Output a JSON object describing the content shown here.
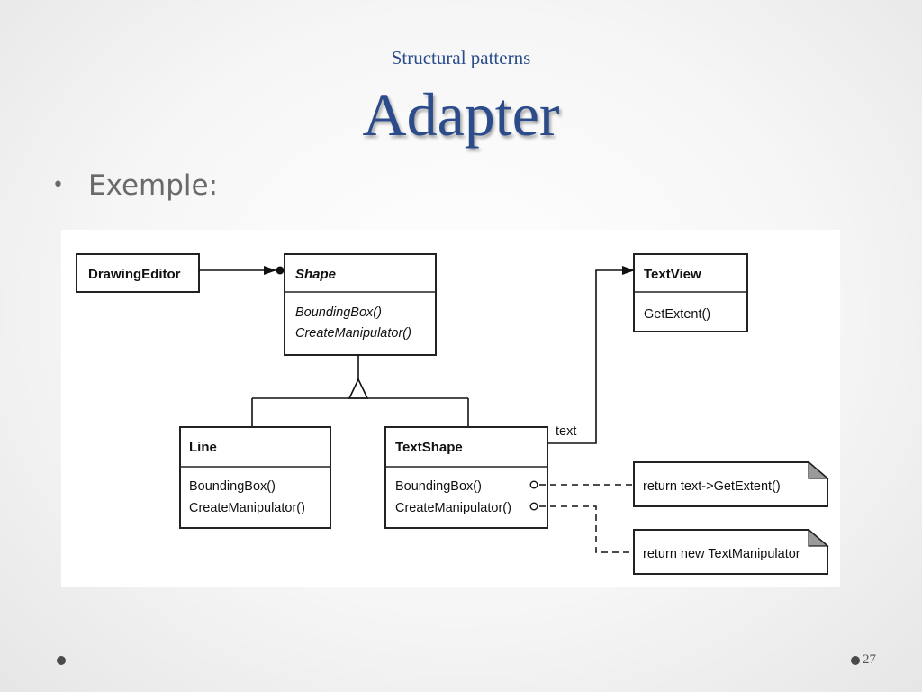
{
  "slide": {
    "subtitle": "Structural patterns",
    "title": "Adapter",
    "bullet": "Exemple:",
    "bullet_symbol": "•",
    "page_number": "27",
    "title_color": "#2b4b8a"
  },
  "diagram": {
    "drawing_editor": {
      "name": "DrawingEditor"
    },
    "shape": {
      "name": "Shape",
      "ops": [
        "BoundingBox()",
        "CreateManipulator()"
      ]
    },
    "textview": {
      "name": "TextView",
      "ops": [
        "GetExtent()"
      ]
    },
    "line": {
      "name": "Line",
      "ops": [
        "BoundingBox()",
        "CreateManipulator()"
      ]
    },
    "textshape": {
      "name": "TextShape",
      "ops": [
        "BoundingBox()",
        "CreateManipulator()"
      ]
    },
    "assoc_label": "text",
    "notes": [
      "return text->GetExtent()",
      "return new TextManipulator"
    ]
  }
}
